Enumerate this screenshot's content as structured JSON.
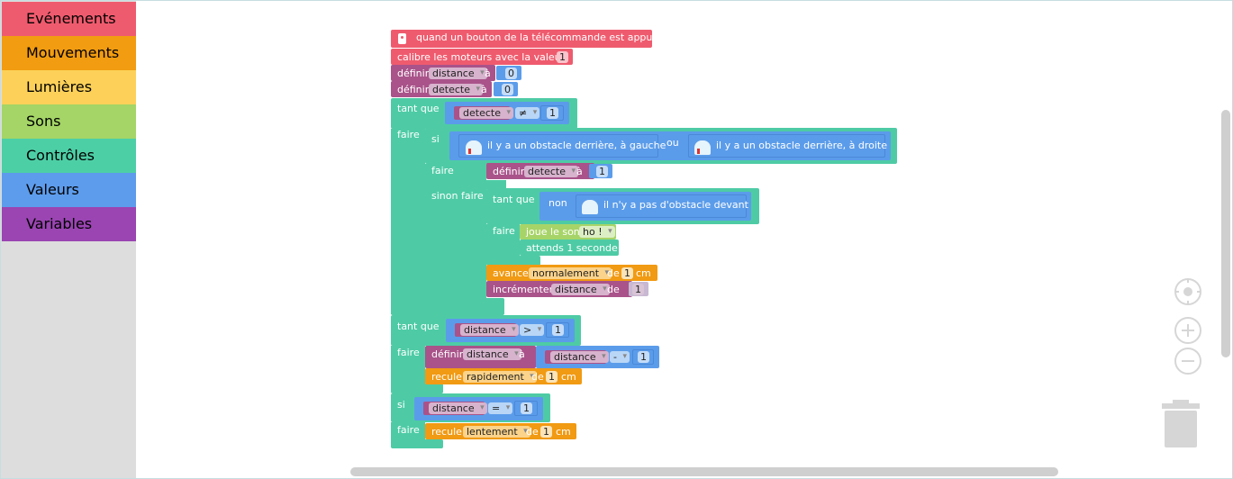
{
  "toolbox": {
    "categories": [
      {
        "label": "Evénements",
        "color": "#ef5b6e"
      },
      {
        "label": "Mouvements",
        "color": "#f29c11"
      },
      {
        "label": "Lumières",
        "color": "#fdd159"
      },
      {
        "label": "Sons",
        "color": "#a4d566"
      },
      {
        "label": "Contrôles",
        "color": "#4dcfa6"
      },
      {
        "label": "Valeurs",
        "color": "#5d9cec"
      },
      {
        "label": "Variables",
        "color": "#9a45b2"
      }
    ]
  },
  "script": {
    "hat": "quand un bouton de la télécommande est appuyé",
    "calibrate": {
      "label": "calibre les moteurs avec la valeur",
      "value": "1"
    },
    "set1": {
      "label": "définir",
      "var": "distance",
      "to": "à",
      "value": "0"
    },
    "set2": {
      "label": "définir",
      "var": "detecte",
      "to": "à",
      "value": "0"
    },
    "while1": {
      "label": "tant que",
      "do": "faire",
      "cond": {
        "var": "detecte",
        "op": "≠",
        "value": "1"
      },
      "if": {
        "label": "si",
        "do": "faire",
        "else": "sinon faire",
        "left": "il y a un obstacle derrière, à gauche",
        "or": "ou",
        "right": "il y a un obstacle derrière, à droite",
        "then_set": {
          "label": "définir",
          "var": "detecte",
          "to": "à",
          "value": "1"
        },
        "else_while": {
          "label": "tant que",
          "do": "faire",
          "not": "non",
          "cond": "il n'y a pas d'obstacle devant",
          "sound": {
            "label": "joue le son",
            "value": "ho !"
          },
          "wait": "attends 1 seconde"
        },
        "advance": {
          "label": "avance",
          "speed": "normalement",
          "de": "de",
          "value": "1",
          "unit": "cm"
        },
        "inc": {
          "label": "incrémenter",
          "var": "distance",
          "de": "de",
          "value": "1"
        }
      }
    },
    "while2": {
      "label": "tant que",
      "do": "faire",
      "cond": {
        "var": "distance",
        "op": ">",
        "value": "1"
      },
      "set": {
        "label": "définir",
        "var": "distance",
        "to": "à",
        "var2": "distance",
        "op": "-",
        "value": "1"
      },
      "back": {
        "label": "recule",
        "speed": "rapidement",
        "de": "de",
        "value": "1",
        "unit": "cm"
      }
    },
    "if2": {
      "label": "si",
      "do": "faire",
      "cond": {
        "var": "distance",
        "op": "=",
        "value": "1"
      },
      "back": {
        "label": "recule",
        "speed": "lentement",
        "de": "de",
        "value": "1",
        "unit": "cm"
      }
    }
  },
  "controls": {
    "center": "crosshair-icon",
    "zoom_in": "plus-icon",
    "zoom_out": "minus-icon",
    "trash": "trash-icon"
  }
}
